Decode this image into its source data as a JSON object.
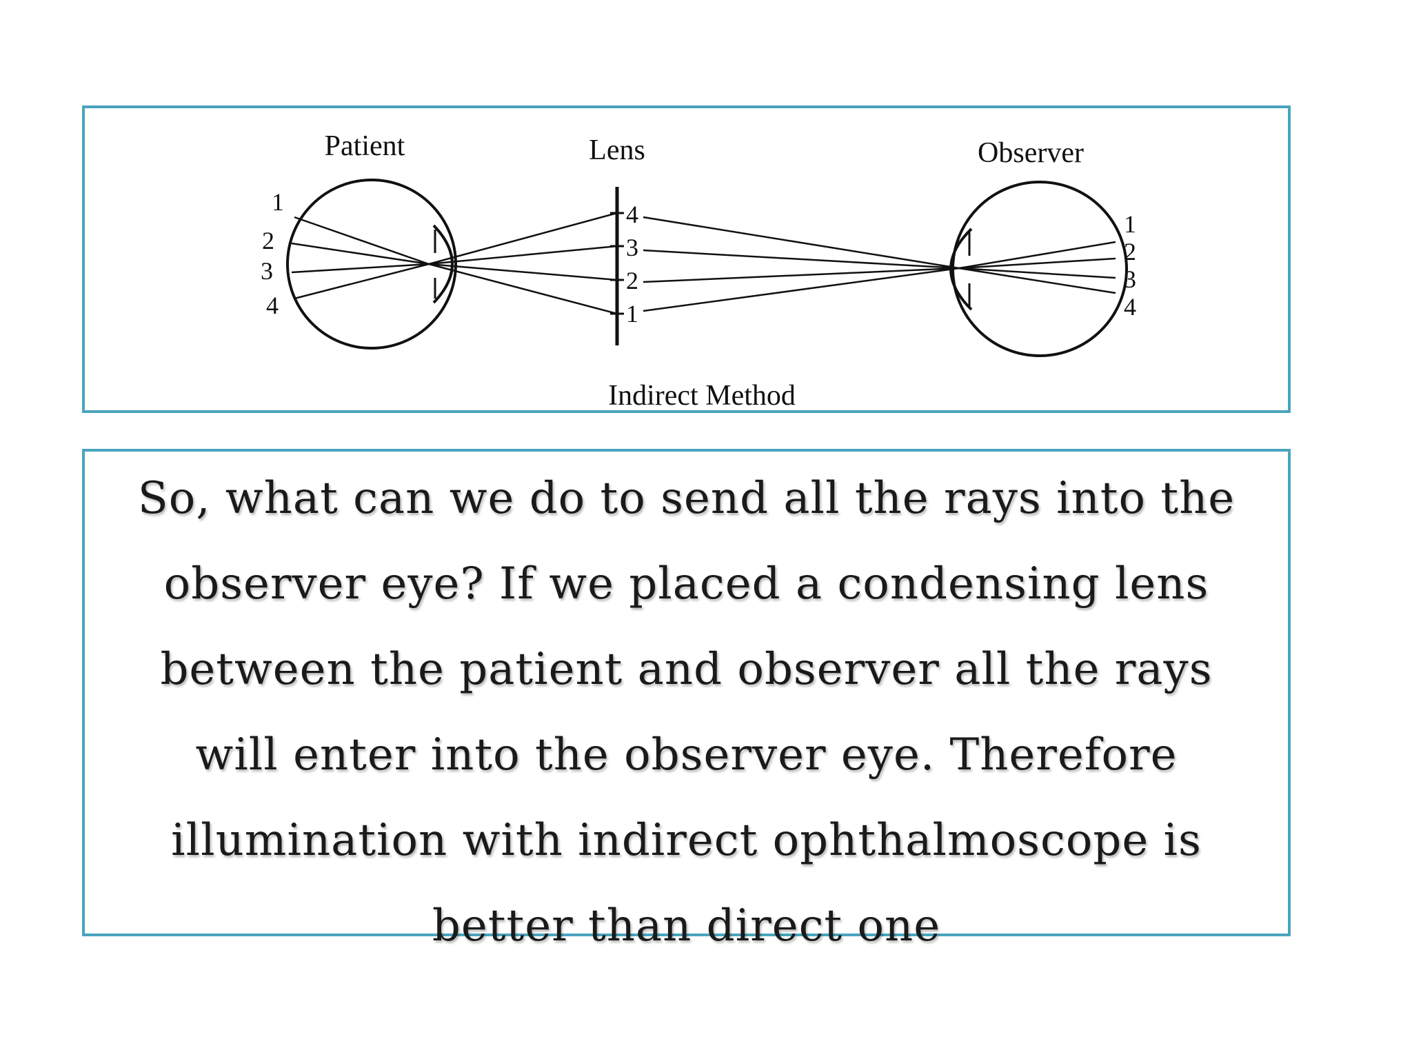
{
  "diagram": {
    "labels": {
      "patient": "Patient",
      "lens": "Lens",
      "observer": "Observer",
      "method": "Indirect Method"
    },
    "patient_numbers": [
      "1",
      "2",
      "3",
      "4"
    ],
    "lens_numbers": [
      "4",
      "3",
      "2",
      "1"
    ],
    "observer_numbers": [
      "1",
      "2",
      "3",
      "4"
    ]
  },
  "caption": {
    "text": "So, what can we do to send all the rays into the observer eye? If we placed a condensing lens between the patient and observer all the rays will enter into the observer eye. Therefore illumination with indirect ophthalmoscope is better than direct one"
  },
  "colors": {
    "frame_border": "#4aa4be",
    "ink": "#111111"
  }
}
